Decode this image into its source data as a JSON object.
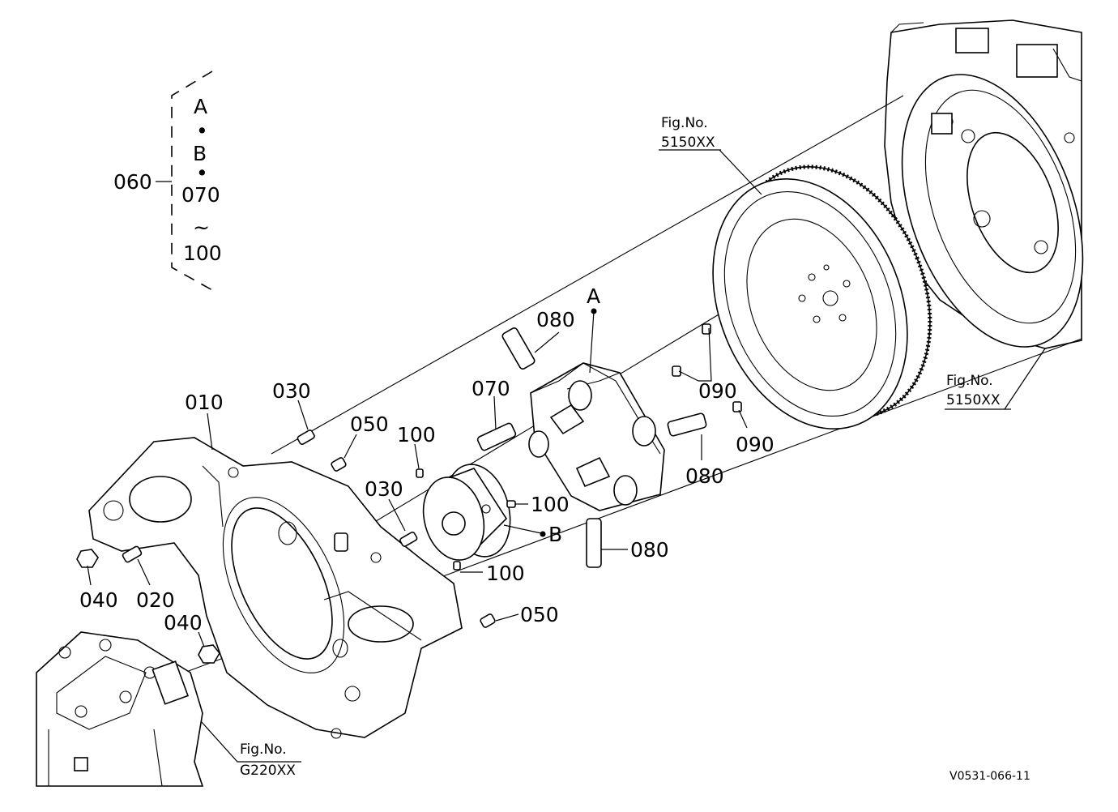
{
  "group": {
    "label": "060",
    "lines": [
      "A",
      "•",
      "B",
      "•",
      "070",
      "~",
      "100"
    ]
  },
  "callouts": {
    "p010": "010",
    "p020": "020",
    "p030a": "030",
    "p030b": "030",
    "p040a": "040",
    "p040b": "040",
    "p050a": "050",
    "p050b": "050",
    "p070": "070",
    "p080a": "080",
    "p080b": "080",
    "p080c": "080",
    "p090a": "090",
    "p090b": "090",
    "p100a": "100",
    "p100b": "100",
    "p100c": "100",
    "markA": "A",
    "markB": "B"
  },
  "figrefs": {
    "flywheel": {
      "title": "Fig.No.",
      "number": "5150XX"
    },
    "housing": {
      "title": "Fig.No.",
      "number": "5150XX"
    },
    "transmission": {
      "title": "Fig.No.",
      "number": "G220XX"
    }
  },
  "drawing_id": "V0531-066-11"
}
